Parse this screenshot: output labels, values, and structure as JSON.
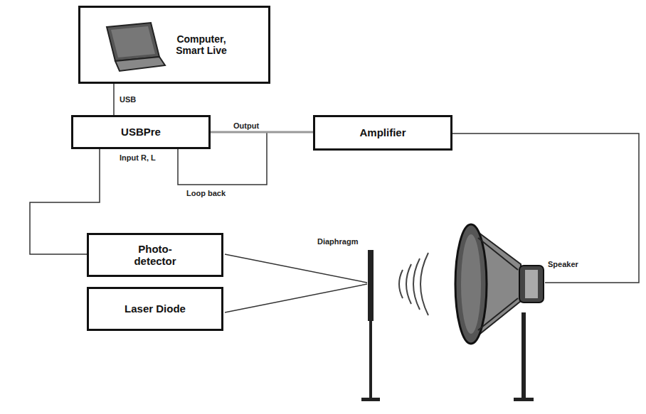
{
  "diagram": {
    "nodes": [
      {
        "text": [
          "Computer, Smart Live"
        ]
      },
      {
        "text": [
          "USBPre"
        ]
      },
      {
        "text": [
          "Amplifier"
        ]
      },
      {
        "text": [
          "Photo- detector"
        ]
      },
      {
        "text": [
          "Laser Diode"
        ]
      }
    ],
    "edges": [
      {
        "from": 0,
        "to": 1,
        "label": "USB",
        "arrow": "none"
      },
      {
        "from": 1,
        "to": 2,
        "label": "Output",
        "arrow": "none"
      },
      {
        "from": 1,
        "to": 3,
        "arrow": "none"
      }
    ],
    "labels": [
      "Input R, L",
      "Loop back",
      "Diaphragm",
      "Speaker"
    ]
  }
}
